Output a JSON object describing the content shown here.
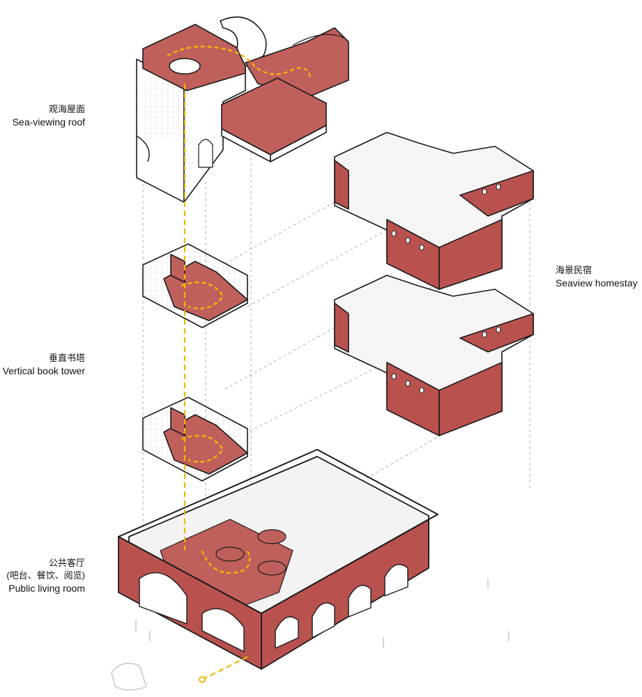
{
  "labels": {
    "roof": {
      "cn": "观海屋面",
      "en": "Sea-viewing roof"
    },
    "homestay": {
      "cn": "海景民宿",
      "en": "Seaview homestay"
    },
    "tower": {
      "cn": "垂直书塔",
      "en": "Vertical book tower"
    },
    "living": {
      "cn": "公共客厅",
      "cn_sub": "(吧台、餐饮、阅览)",
      "en": "Public living room"
    }
  },
  "colors": {
    "accent_red": "#b9524f",
    "floor_red": "#c0605c",
    "path_yellow": "#f2b705",
    "line": "#1a1a1a",
    "dashed_guide": "#9a9a9a"
  }
}
